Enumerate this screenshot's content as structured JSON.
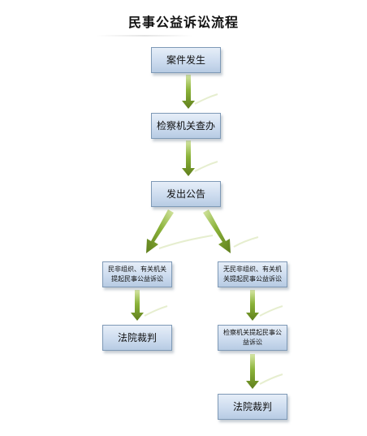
{
  "title": "民事公益诉讼流程",
  "boxes": {
    "case_occurs": "案件发生",
    "procuratorate_investigation": "检察机关查办",
    "issue_notice": "发出公告",
    "org_file_suit_line1": "民非组织、有关机关",
    "org_file_suit_line2": "提起民事公益诉讼",
    "no_org_line1": "无民非组织、有关机",
    "no_org_line2": "关提起民事公益诉讼",
    "court_ruling_left": "法院裁判",
    "procuratorate_file_suit_line1": "检察机关提起民事公",
    "procuratorate_file_suit_line2": "益诉讼",
    "court_ruling_right": "法院裁判"
  },
  "colors": {
    "box_border": "#7e99b6",
    "box_fill_top": "#e6eef8",
    "box_fill_bottom": "#b7cbe3",
    "arrow_dark": "#6f8f22",
    "arrow_light": "#b9d36d"
  }
}
